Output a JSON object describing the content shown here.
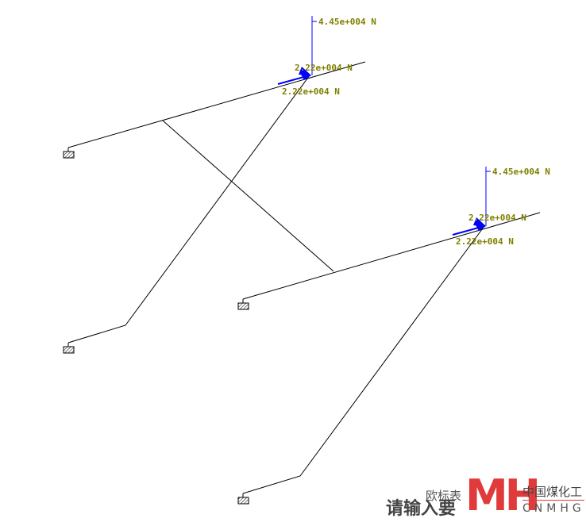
{
  "colors": {
    "member": "#000000",
    "load": "#0000ff",
    "label": "#808000",
    "logo": "#e03a3a"
  },
  "structures": [
    {
      "vertical_load": "4.45e+004 N",
      "component_a": "2.22e+004 N",
      "component_b": "2.22e+004 N"
    },
    {
      "vertical_load": "4.45e+004 N",
      "component_a": "2.22e+004 N",
      "component_b": "2.22e+004 N"
    }
  ],
  "watermark": {
    "prompt_text": "请输入要",
    "account_text": "欧标表",
    "logo_letters": "MH",
    "logo_cn": "中国煤化工",
    "logo_en": "CNMHG"
  }
}
